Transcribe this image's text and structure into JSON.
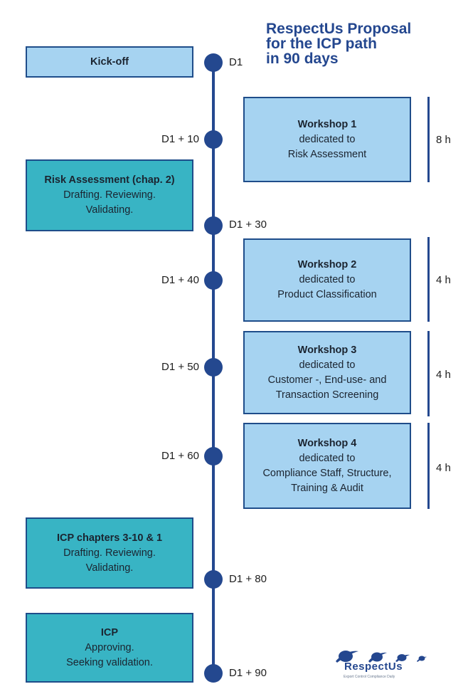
{
  "title": {
    "line1": "RespectUs Proposal",
    "line2": "for the ICP path",
    "line3": "in 90 days"
  },
  "timeline": {
    "milestones": [
      {
        "label": "D1"
      },
      {
        "label": "D1 + 10"
      },
      {
        "label": "D1 + 30"
      },
      {
        "label": "D1 + 40"
      },
      {
        "label": "D1 + 50"
      },
      {
        "label": "D1 + 60"
      },
      {
        "label": "D1 + 80"
      },
      {
        "label": "D1 + 90"
      }
    ]
  },
  "left_boxes": {
    "kickoff": {
      "title": "Kick-off"
    },
    "risk": {
      "title": "Risk Assessment (chap. 2)",
      "line1": "Drafting. Reviewing.",
      "line2": "Validating."
    },
    "icp_chapters": {
      "title": "ICP chapters 3-10 & 1",
      "line1": "Drafting. Reviewing.",
      "line2": "Validating."
    },
    "icp": {
      "title": "ICP",
      "line1": "Approving.",
      "line2": "Seeking validation."
    }
  },
  "workshops": [
    {
      "title": "Workshop 1",
      "line1": "dedicated to",
      "line2": "Risk Assessment",
      "line3": "",
      "hours": "8 h"
    },
    {
      "title": "Workshop 2",
      "line1": "dedicated to",
      "line2": "Product Classification",
      "line3": "",
      "hours": "4 h"
    },
    {
      "title": "Workshop 3",
      "line1": "dedicated to",
      "line2": "Customer -, End-use- and",
      "line3": "Transaction Screening",
      "hours": "4 h"
    },
    {
      "title": "Workshop 4",
      "line1": "dedicated to",
      "line2": "Compliance Staff, Structure,",
      "line3": "Training & Audit",
      "hours": "4 h"
    }
  ],
  "logo": {
    "name": "RespectUs",
    "tagline": "Export Control Compliance Daily"
  },
  "colors": {
    "primary": "#24488f",
    "box_teal": "#38b4c4",
    "box_light": "#a6d3f1"
  }
}
